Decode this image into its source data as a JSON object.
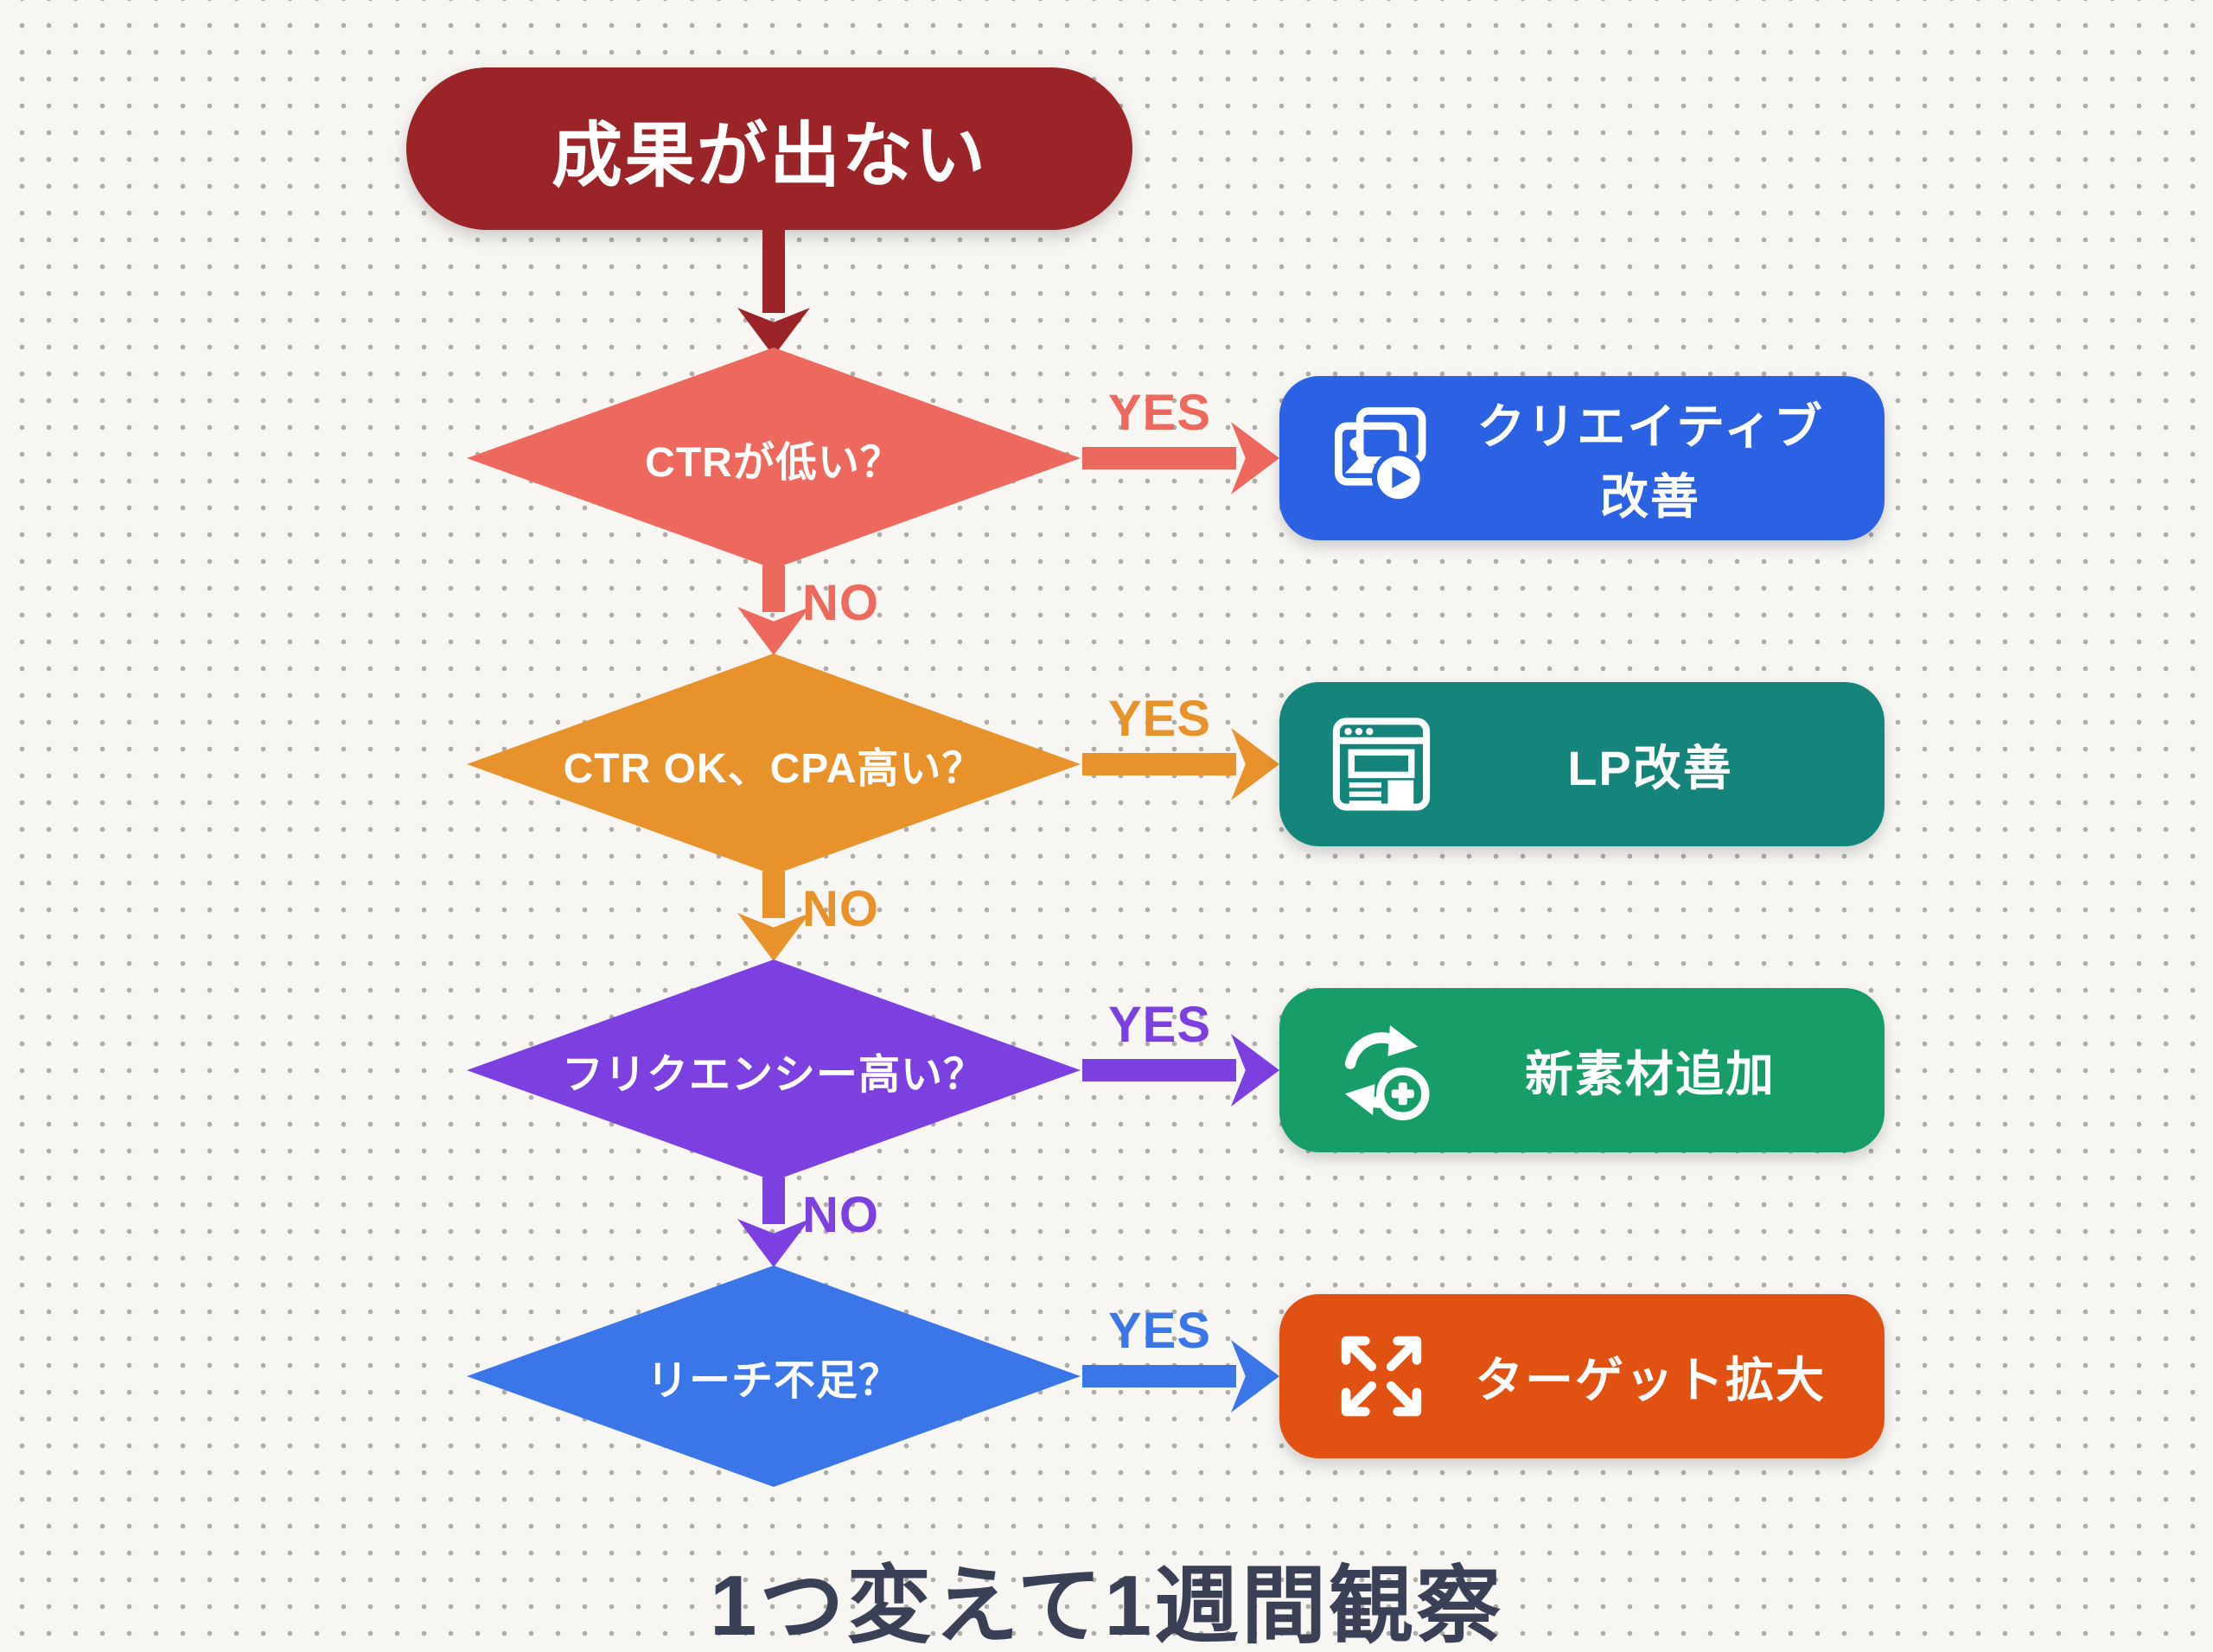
{
  "canvas": {
    "background": "#f7f6f3",
    "dot_color": "#aeaca7"
  },
  "flow": {
    "start": {
      "label": "成果が出ない",
      "color": "#9a2427",
      "text_color": "#ffffff"
    },
    "rows": [
      {
        "question": "CTRが低い？",
        "color": "#ed695e",
        "yes_label": "YES",
        "no_label": "NO",
        "action": {
          "label": "クリエイティブ改善",
          "color": "#2b62e4",
          "icon": "creative-media-icon"
        }
      },
      {
        "question": "CTR OK、CPA高い？",
        "color": "#e8922b",
        "yes_label": "YES",
        "no_label": "NO",
        "action": {
          "label": "LP改善",
          "color": "#15847b",
          "icon": "browser-window-icon"
        }
      },
      {
        "question": "フリクエンシー高い？",
        "color": "#7c3fe0",
        "yes_label": "YES",
        "no_label": "NO",
        "action": {
          "label": "新素材追加",
          "color": "#179d68",
          "icon": "refresh-plus-icon"
        }
      },
      {
        "question": "リーチ不足？",
        "color": "#3b76e8",
        "yes_label": "YES",
        "action": {
          "label": "ターゲット拡大",
          "color": "#e15112",
          "icon": "expand-arrows-icon"
        }
      }
    ],
    "footer": {
      "label": "1つ変えて1週間観察",
      "color": "#3a4055"
    }
  }
}
